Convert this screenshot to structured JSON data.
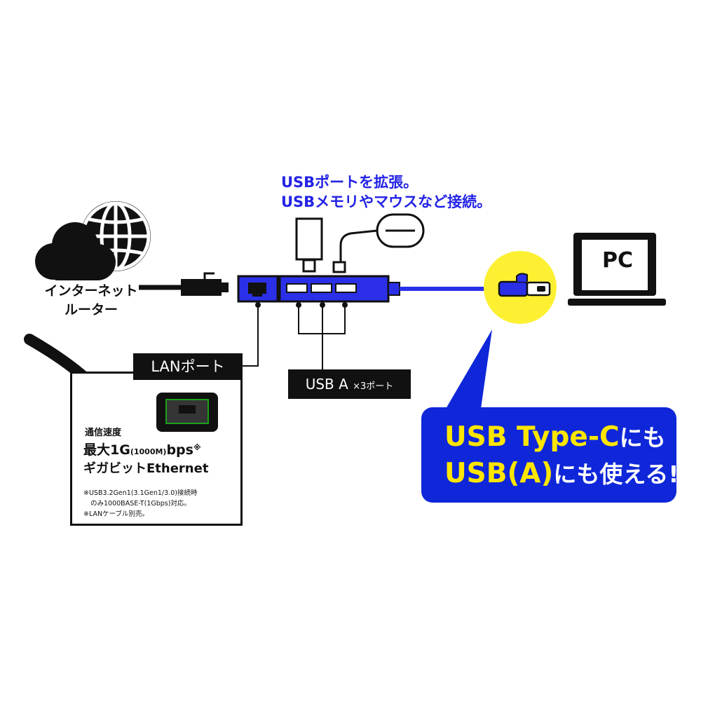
{
  "headline": {
    "line1": "USBポートを拡張。",
    "line2": "USBメモリやマウスなど接続。"
  },
  "router": {
    "label_line1": "インターネット",
    "label_line2": "ルーター"
  },
  "lan_port_label": "LANポート",
  "usb_ports_label": {
    "main": "USB A",
    "suffix": "×3ポート"
  },
  "spec": {
    "speed_label": "通信速度",
    "speed_prefix": "最大1G",
    "speed_mid": "(1000M)",
    "speed_unit": "bps",
    "speed_mark": "※",
    "gigabit": "ギガビットEthernet",
    "note1": "※USB3.2Gen1(3.1Gen1/3.0)接続時",
    "note2": "のみ1000BASE-T(1Gbps)対応。",
    "note3": "※LANケーブル別売。"
  },
  "pc_label": "PC",
  "callout": {
    "line1_strong": "USB Type-C",
    "line1_rest": "にも",
    "line2_strong": "USB(A)",
    "line2_rest": "にも使える!"
  },
  "colors": {
    "hub_blue": "#2b30e8",
    "callout_blue": "#0f27d9",
    "highlight_yellow": "#fdf033",
    "text_yellow": "#ffe600",
    "headline_blue": "#2323e6",
    "ink": "#111111"
  }
}
